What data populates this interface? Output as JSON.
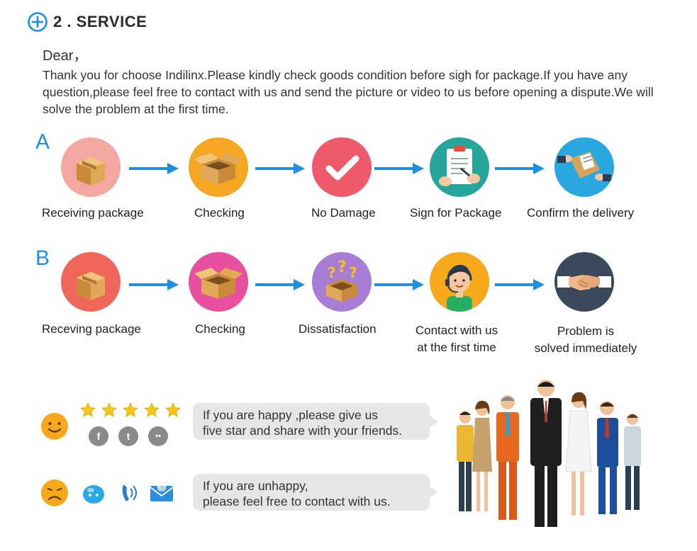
{
  "header": {
    "title": "2 . SERVICE",
    "icon": "plus-circle-icon"
  },
  "greeting": "Dear，",
  "intro": "Thank you for choose Indilinx.Please kindly check goods condition before sigh for package.If you have any  question,please feel free to contact with us and send the picture or video to us before opening a dispute.We will solve the problem at the first time.",
  "row_a": {
    "letter": "A",
    "steps": [
      {
        "label": "Receiving package",
        "icon": "package-icon",
        "color": "#f4a6a0"
      },
      {
        "label": "Checking",
        "icon": "open-box-icon",
        "color": "#f5a623"
      },
      {
        "label": "No Damage",
        "icon": "checkmark-icon",
        "color": "#ef5a6a"
      },
      {
        "label": "Sign for Package",
        "icon": "clipboard-sign-icon",
        "color": "#26a69a"
      },
      {
        "label": "Confirm the delivery",
        "icon": "delivery-handover-icon",
        "color": "#29a8e0"
      }
    ]
  },
  "row_b": {
    "letter": "B",
    "steps": [
      {
        "label": "Receving package",
        "icon": "package-icon",
        "color": "#f0665a"
      },
      {
        "label": "Checking",
        "icon": "open-box-icon",
        "color": "#e94f9f"
      },
      {
        "label": "Dissatisfaction",
        "icon": "question-box-icon",
        "color": "#a77dd6"
      },
      {
        "label1": "Contact with us",
        "label2": "at the first time",
        "icon": "support-agent-icon",
        "color": "#f7a81b"
      },
      {
        "label1": "Problem is",
        "label2": "solved immediately",
        "icon": "handshake-icon",
        "color": "#3a4a5c"
      }
    ]
  },
  "happy": {
    "line1": "If you are happy ,please give us",
    "line2": "five star and share with your friends.",
    "stars": 5,
    "social": [
      "f",
      "t",
      "••"
    ]
  },
  "unhappy": {
    "line1": "If you are unhappy,",
    "line2": "please feel free to contact with us."
  },
  "colors": {
    "accent": "#1a8fe0",
    "arrow": "#1e90e0",
    "bubble": "#e6e6e6",
    "emoji": "#f7a81b"
  }
}
